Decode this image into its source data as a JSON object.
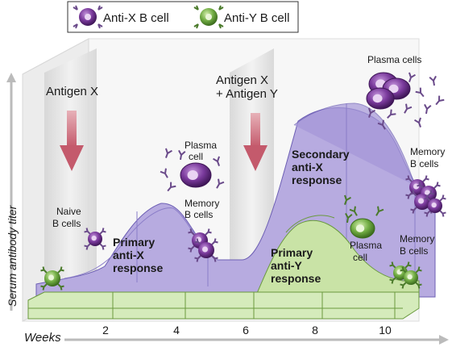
{
  "legend": {
    "anti_x": "Anti-X B cell",
    "anti_y": "Anti-Y B cell"
  },
  "axis": {
    "y_label": "Serum antibody titer",
    "x_label": "Weeks",
    "ticks": [
      "2",
      "4",
      "6",
      "8",
      "10"
    ]
  },
  "events": {
    "antigen_x": "Antigen X",
    "antigen_xy_line1": "Antigen X",
    "antigen_xy_line2": "+ Antigen Y"
  },
  "responses": {
    "primary_x": [
      "Primary",
      "anti-X",
      "response"
    ],
    "secondary_x": [
      "Secondary",
      "anti-X",
      "response"
    ],
    "primary_y": [
      "Primary",
      "anti-Y",
      "response"
    ]
  },
  "cells": {
    "naive": [
      "Naive",
      "B cells"
    ],
    "plasma_top": [
      "Plasma",
      "cell"
    ],
    "memory_mid": [
      "Memory",
      "B cells"
    ],
    "plasma_cells_top_right": "Plasma cells",
    "memory_right": [
      "Memory",
      "B cells"
    ],
    "plasma_y": [
      "Plasma",
      "cell"
    ],
    "memory_y": [
      "Memory",
      "B cells"
    ]
  },
  "colors": {
    "purple_cell": "#6a2d8a",
    "green_cell": "#5e9a36",
    "purple_fill": "#b7abe0",
    "green_fill": "#c9e3a6",
    "arrow": "#c96a7a"
  }
}
